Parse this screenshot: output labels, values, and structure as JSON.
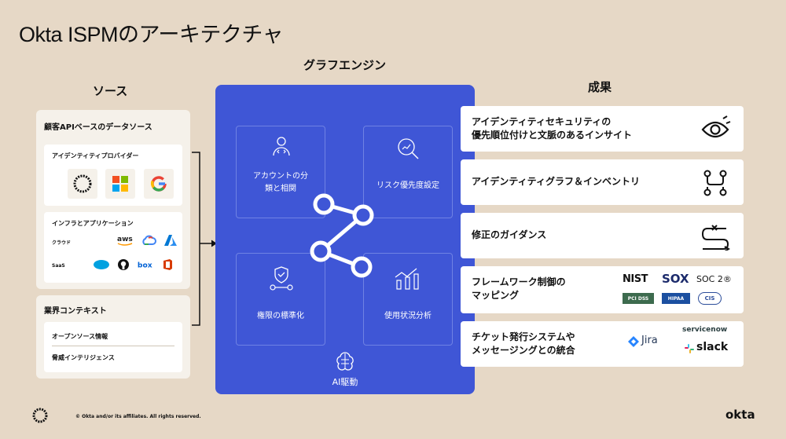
{
  "title": "Okta ISPMのアーキテクチャ",
  "sources": {
    "heading": "ソース",
    "customer_api": {
      "heading": "顧客APIベースのデータソース",
      "identity_providers": {
        "label": "アイデンティティプロバイダー",
        "logos": [
          "okta-logo",
          "microsoft-logo",
          "google-logo"
        ]
      },
      "infra_apps": {
        "label": "インフラとアプリケーション",
        "cloud": {
          "label": "クラウド",
          "logos": [
            "aws",
            "google-cloud",
            "azure"
          ]
        },
        "saas": {
          "label": "SaaS",
          "logos": [
            "salesforce",
            "github",
            "box",
            "office"
          ]
        }
      }
    },
    "business_context": {
      "heading": "業界コンテキスト",
      "items": [
        "オープンソース情報",
        "脅威インテリジェンス"
      ]
    }
  },
  "engine": {
    "heading": "グラフエンジン",
    "cells": [
      {
        "label_line1": "アカウントの分",
        "label_line2": "類と相関",
        "icon": "user-code-icon"
      },
      {
        "label_line1": "リスク優先度設定",
        "label_line2": "",
        "icon": "search-chart-icon"
      },
      {
        "label_line1": "権限の標準化",
        "label_line2": "",
        "icon": "shield-network-icon"
      },
      {
        "label_line1": "使用状況分析",
        "label_line2": "",
        "icon": "bar-chart-icon"
      }
    ],
    "ai_label": "AI駆動"
  },
  "outcomes": {
    "heading": "成果",
    "items": [
      {
        "line1": "アイデンティティセキュリティの",
        "line2": "優先順位付けと文脈のあるインサイト",
        "icon": "eye-icon"
      },
      {
        "line1": "アイデンティティグラフ＆インベントリ",
        "line2": "",
        "icon": "graph-icon"
      },
      {
        "line1": "修正のガイダンス",
        "line2": "",
        "icon": "route-icon"
      },
      {
        "line1": "フレームワーク制御の",
        "line2": "マッピング",
        "icon": "frameworks",
        "logos": [
          "NIST",
          "SOX",
          "SOC 2®",
          "PCI DSS",
          "HIPAA",
          "CIS"
        ]
      },
      {
        "line1": "チケット発行システムや",
        "line2": "メッセージングとの統合",
        "icon": "integrations",
        "logos": [
          "Jira",
          "servicenow",
          "slack"
        ]
      }
    ]
  },
  "footer": {
    "copyright": "© Okta and/or its affiliates. All rights reserved.",
    "brand": "okta"
  },
  "colors": {
    "background": "#e6d8c6",
    "engine": "#3f56d6",
    "card": "#f5f1ea"
  }
}
